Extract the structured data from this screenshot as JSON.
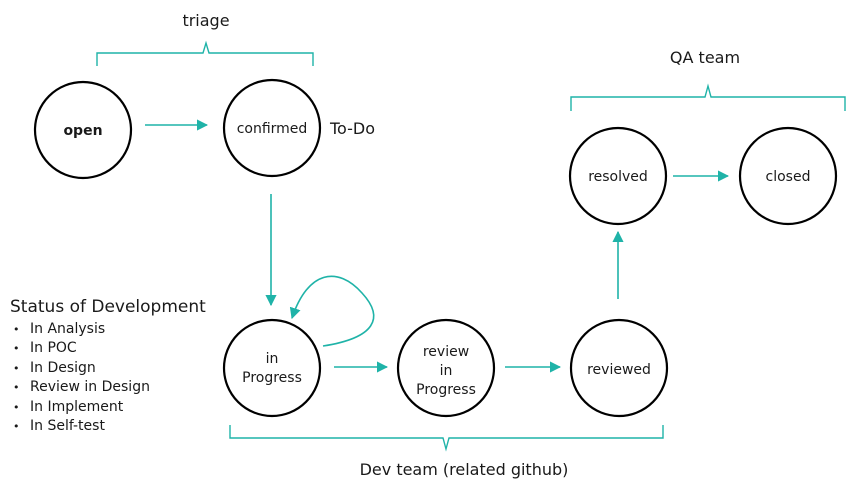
{
  "nodes": {
    "open": "open",
    "confirmed": "confirmed",
    "in_progress": [
      "in",
      "Progress"
    ],
    "review_in_progress": [
      "review",
      "in",
      "Progress"
    ],
    "reviewed": "reviewed",
    "resolved": "resolved",
    "closed": "closed"
  },
  "labels": {
    "todo": "To-Do",
    "triage": "triage",
    "qa_team": "QA team",
    "dev_team": "Dev team (related github)"
  },
  "status_of_development": {
    "title": "Status of Development",
    "items": [
      "In Analysis",
      "In POC",
      "In Design",
      "Review in Design",
      "In Implement",
      "In Self-test"
    ]
  },
  "colors": {
    "accent": "#1fb3a8",
    "node_stroke": "#000000"
  }
}
